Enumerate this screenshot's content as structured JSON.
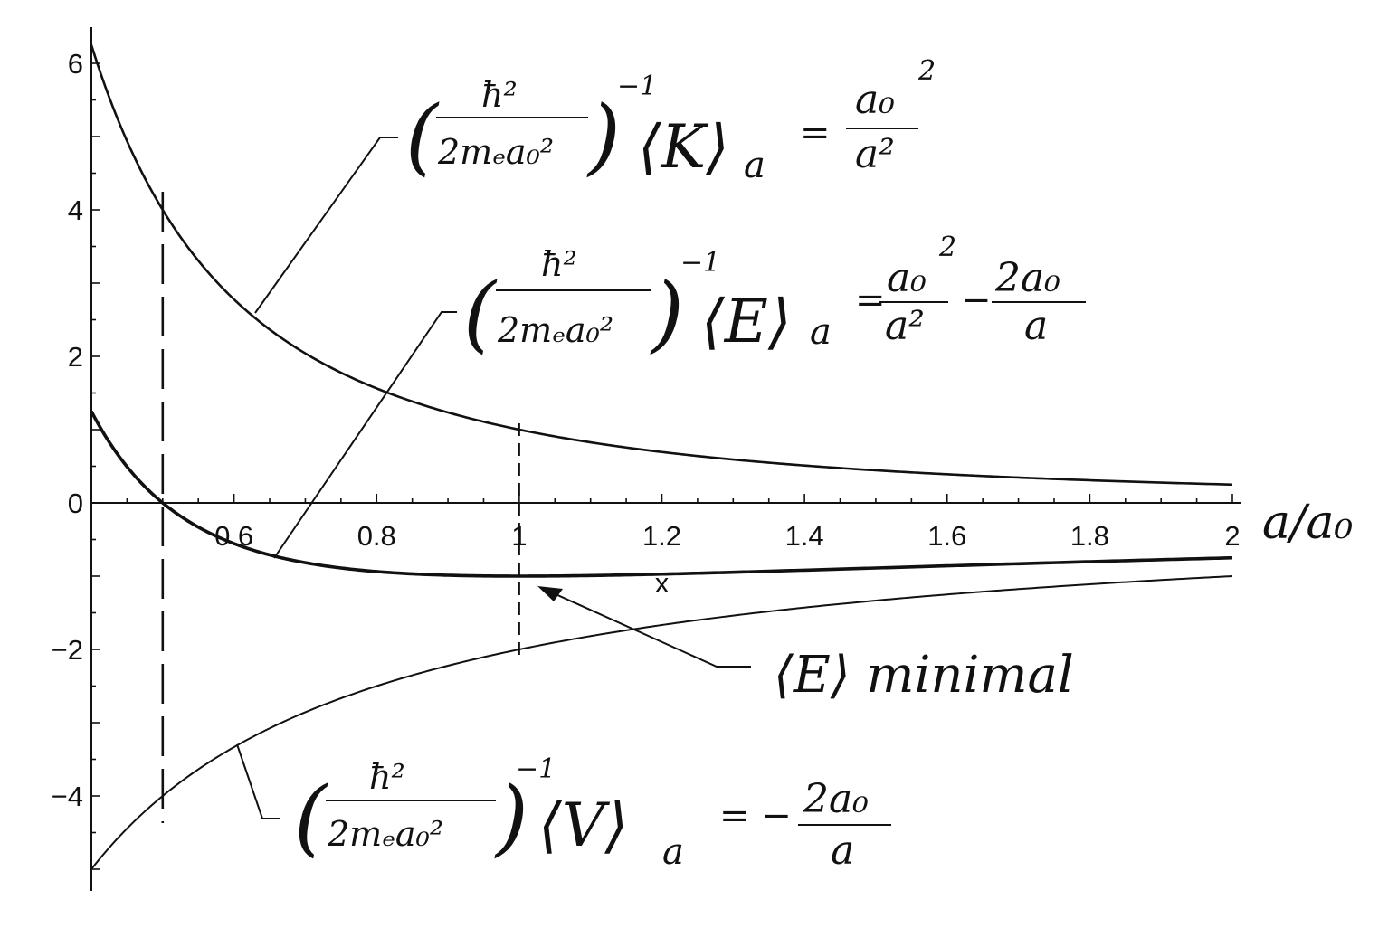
{
  "chart_data": {
    "type": "line",
    "xlabel": "a/a₀",
    "ylabel": "",
    "xlim": [
      0.4,
      2.0
    ],
    "ylim": [
      -5.2,
      6.5
    ],
    "x_ticks": [
      "0.6",
      "0.8",
      "1",
      "1.2",
      "1.4",
      "1.6",
      "1.8",
      "2"
    ],
    "y_ticks": [
      "6",
      "4",
      "2",
      "0",
      "−2",
      "−4"
    ],
    "grid": false,
    "series": [
      {
        "name": "K",
        "formula": "a₀²/a²",
        "x": [
          0.4,
          0.5,
          0.6,
          0.7,
          0.8,
          1.0,
          1.2,
          1.4,
          1.6,
          1.8,
          2.0
        ],
        "y": [
          6.25,
          4.0,
          2.78,
          2.04,
          1.56,
          1.0,
          0.69,
          0.51,
          0.39,
          0.31,
          0.25
        ]
      },
      {
        "name": "E",
        "formula": "a₀²/a² − 2a₀/a",
        "x": [
          0.4,
          0.5,
          0.6,
          0.7,
          0.8,
          1.0,
          1.2,
          1.4,
          1.6,
          1.8,
          2.0
        ],
        "y": [
          1.25,
          0.0,
          -0.56,
          -0.82,
          -0.94,
          -1.0,
          -0.97,
          -0.92,
          -0.86,
          -0.8,
          -0.75
        ]
      },
      {
        "name": "V",
        "formula": "−2a₀/a",
        "x": [
          0.4,
          0.5,
          0.6,
          0.7,
          0.8,
          1.0,
          1.2,
          1.4,
          1.6,
          1.8,
          2.0
        ],
        "y": [
          -5.0,
          -4.0,
          -3.33,
          -2.86,
          -2.5,
          -2.0,
          -1.67,
          -1.43,
          -1.25,
          -1.11,
          -1.0
        ]
      }
    ],
    "vertical_markers": [
      {
        "x": 0.5,
        "style": "long-dash"
      },
      {
        "x": 1.0,
        "style": "dash"
      }
    ],
    "marker_x": {
      "x": 1.2,
      "label": "x"
    },
    "annotations": {
      "k_rhs_num": "a₀",
      "k_rhs_num_exp": "2",
      "k_rhs_den": "a²",
      "e_rhs_1_num": "a₀",
      "e_rhs_1_num_exp": "2",
      "e_rhs_1_den": "a²",
      "e_rhs_minus": "−",
      "e_rhs_2_num": "2a₀",
      "e_rhs_2_den": "a",
      "v_rhs_prefix": "= −",
      "v_rhs_num": "2a₀",
      "v_rhs_den": "a",
      "prefactor_num": "ħ²",
      "prefactor_den": "2mₑa₀²",
      "prefactor_exp": "−1",
      "k_bracket": "⟨K⟩",
      "e_bracket": "⟨E⟩",
      "v_bracket": "⟨V⟩",
      "subscript": "a",
      "equals": "=",
      "emin_label": "⟨E⟩ minimal"
    }
  }
}
